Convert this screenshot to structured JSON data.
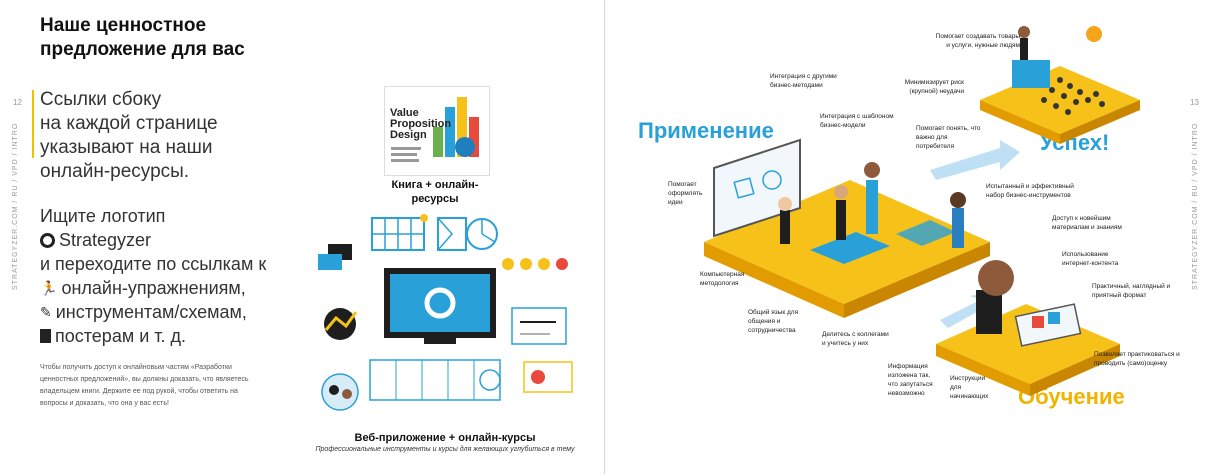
{
  "left_page": {
    "title": "Наше ценностное предложение для вас",
    "page_number": "12",
    "side_label": "STRATEGYZER.COM / RU / VPD / INTRO",
    "lead_lines": [
      "Ссылки сбоку",
      "на каждой странице",
      "указывают на наши",
      "онлайн-ресурсы."
    ],
    "logo_lines": [
      "Ищите логотип",
      "Strategyzer",
      "и переходите по ссылкам к",
      "онлайн-упражнениям,",
      "инструментам/схемам,",
      "постерам и т. д."
    ],
    "fine_print": "Чтобы получить доступ к онлайновым частям «Разработки ценностных предложений», вы должны доказать, что являетесь владельцем книги. Держите ее под рукой, чтобы ответить на вопросы и доказать, что она у вас есть!",
    "book_cover_title": "Value Proposition Design",
    "book_caption": "Книга + онлайн-ресурсы",
    "web_caption": "Веб-приложение + онлайн-курсы",
    "web_subcaption": "Профессиональные инструменты и курсы для желающих углубиться в тему"
  },
  "right_page": {
    "page_number": "13",
    "side_label": "STRATEGYZER.COM / RU / VPD / INTRO",
    "label_application": "Применение",
    "label_success": "Успех!",
    "label_learning": "Обучение",
    "annotations": {
      "a1": "Помогает создавать товары и услуги, нужные людям",
      "a2": "Интеграция с другими бизнес-методами",
      "a3": "Минимизирует риск (крупной) неудачи",
      "a4": "Интеграция с шаблоном бизнес-модели",
      "a5": "Помогает понять, что важно для потребителя",
      "a6": "Помогает оформлять идеи",
      "a7": "Испытанный и эффективный набор бизнес-инструментов",
      "a8": "Доступ к новейшим материалам и знаниям",
      "a9": "Компьютерная методология",
      "a10": "Использование интернет-контента",
      "a11": "Практичный, наглядный и приятный формат",
      "a12": "Общий язык для общения и сотрудничества",
      "a13": "Делитесь с коллегами и учитесь у них",
      "a14": "Информация изложена так, что запутаться невозможно",
      "a15": "Инструкции для начинающих",
      "a16": "Позволяет практиковаться и проводить (само)оценку"
    }
  },
  "colors": {
    "yellow": "#f6c21a",
    "blue": "#2aa0d8",
    "gold": "#f0b400",
    "dark": "#1e1e1e"
  }
}
